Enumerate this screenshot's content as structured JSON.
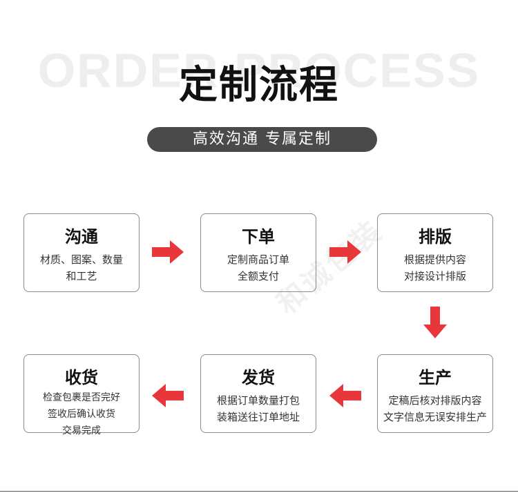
{
  "header": {
    "bg_title": "ORDER PROCESS",
    "title": "定制流程",
    "subtitle": "高效沟通 专属定制"
  },
  "watermark": "和诚包装",
  "steps": [
    {
      "title": "沟通",
      "desc": "材质、图案、数量\n和工艺"
    },
    {
      "title": "下单",
      "desc": "定制商品订单\n全额支付"
    },
    {
      "title": "排版",
      "desc": "根据提供内容\n对接设计排版"
    },
    {
      "title": "生产",
      "desc": "定稿后核对排版内容\n文字信息无误安排生产"
    },
    {
      "title": "发货",
      "desc": "根据订单数量打包\n装箱送往订单地址"
    },
    {
      "title": "收货",
      "desc": "检查包裹是否完好\n签收后确认收货\n交易完成"
    }
  ],
  "colors": {
    "arrow": "#e8373a",
    "pill": "#4a4a4a",
    "border": "#8a8a8a"
  },
  "icons": {
    "arrow_right": "arrow-right-icon",
    "arrow_down": "arrow-down-icon",
    "arrow_left": "arrow-left-icon"
  }
}
